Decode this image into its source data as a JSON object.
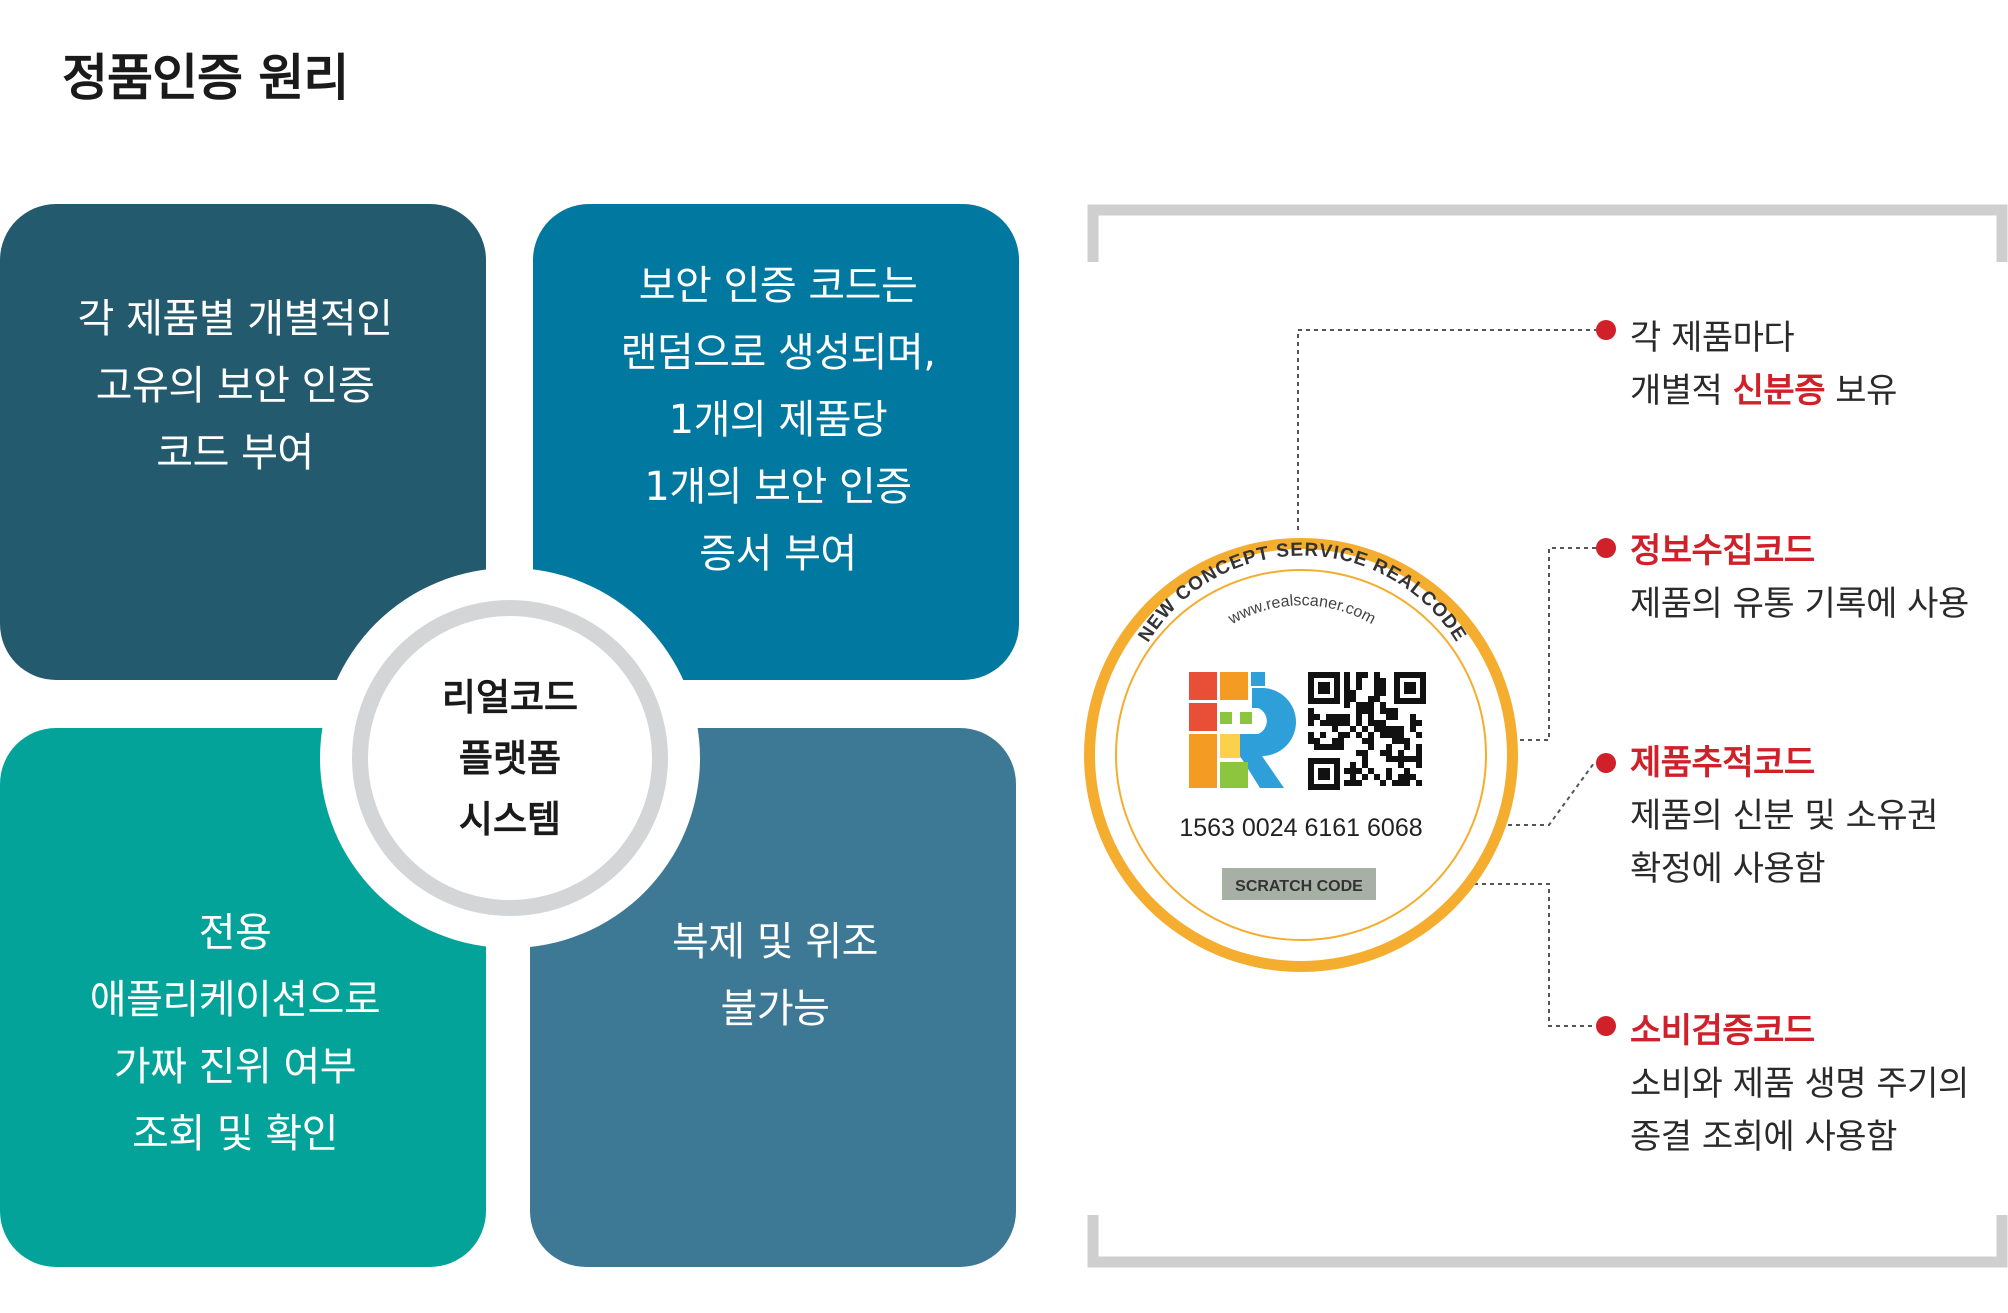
{
  "title": "정품인증 원리",
  "quadrants": {
    "top_left": "각 제품별 개별적인\n고유의 보안 인증\n코드 부여",
    "top_right": "보안 인증 코드는\n랜덤으로 생성되며,\n1개의 제품당\n1개의 보안 인증\n증서 부여",
    "bottom_left": "전용\n애플리케이션으로\n가짜 진위 여부\n조회 및 확인",
    "bottom_right": "복제 및 위조\n불가능"
  },
  "hub": {
    "text": "리얼코드\n플랫폼\n시스템"
  },
  "label": {
    "ring_text_1": "NEW CONCEPT SERVICE REALCODE",
    "ring_text_2": "www.realscaner.com",
    "serial": "1563 0024 6161 6068",
    "scratch": "SCRATCH CODE"
  },
  "annotations": [
    {
      "line1_pre": "각 제품마다",
      "line2_pre": "개별적 ",
      "line2_hl": "신분증",
      "line2_post": " 보유"
    },
    {
      "title": "정보수집코드",
      "desc1": "제품의 유통 기록에 사용"
    },
    {
      "title": "제품추적코드",
      "desc1": "제품의 신분 및 소유권",
      "desc2": "확정에 사용함"
    },
    {
      "title": "소비검증코드",
      "desc1": "소비와 제품 생명 주기의",
      "desc2": "종결 조회에 사용함"
    }
  ],
  "colors": {
    "quad_top_left": "#245a6e",
    "quad_top_right": "#01789f",
    "quad_bottom_left": "#04a39a",
    "quad_bottom_right": "#3d7995",
    "accent_red": "#d0202a",
    "label_gold": "#f4ad2f"
  }
}
